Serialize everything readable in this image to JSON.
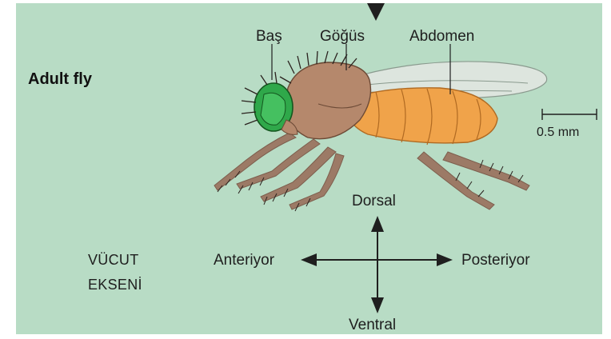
{
  "figure": {
    "title": "Adult fly",
    "background_color": "#b8dcc5",
    "colors": {
      "head": "#2fa84a",
      "thorax": "#b5886c",
      "abdomen": "#f0a34a",
      "wing": "#dde5de",
      "legs": "#9c7a66",
      "bristles": "#2a221e",
      "arrows": "#1f1f1f"
    },
    "body_parts": {
      "head": "Baş",
      "thorax": "Göğüs",
      "abdomen": "Abdomen"
    },
    "scale_bar": {
      "label": "0.5 mm"
    },
    "body_axis": {
      "title_line1": "VÜCUT",
      "title_line2": "EKSENİ",
      "dorsal": "Dorsal",
      "ventral": "Ventral",
      "anterior": "Anteriyor",
      "posterior": "Posteriyor"
    }
  }
}
